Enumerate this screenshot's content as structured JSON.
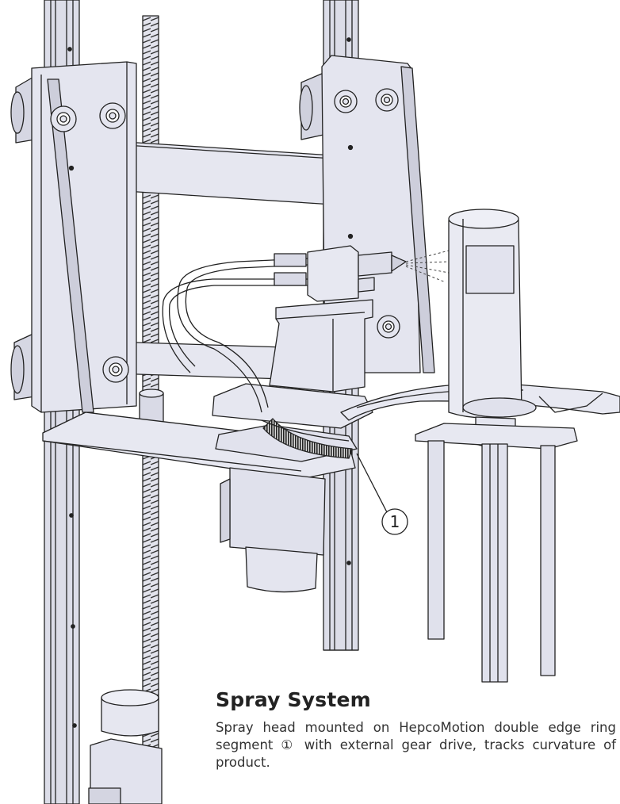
{
  "figure": {
    "callout": {
      "number": "1"
    },
    "caption": {
      "title": "Spray System",
      "body": "Spray head mounted on HepcoMotion double edge ring segment ① with external gear drive, tracks curvature of product."
    }
  }
}
